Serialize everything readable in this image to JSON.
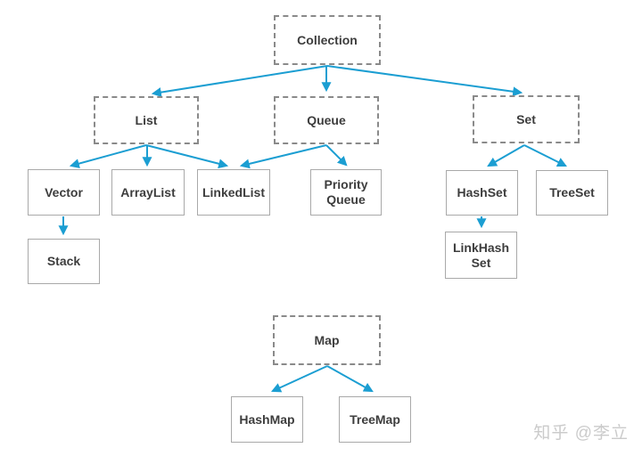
{
  "nodes": [
    {
      "id": "collection",
      "label": "Collection",
      "style": "dashed"
    },
    {
      "id": "list",
      "label": "List",
      "style": "dashed"
    },
    {
      "id": "queue",
      "label": "Queue",
      "style": "dashed"
    },
    {
      "id": "set",
      "label": "Set",
      "style": "dashed"
    },
    {
      "id": "vector",
      "label": "Vector",
      "style": "solid"
    },
    {
      "id": "arraylist",
      "label": "ArrayList",
      "style": "solid"
    },
    {
      "id": "linkedlist",
      "label": "LinkedList",
      "style": "solid"
    },
    {
      "id": "priorityqueue",
      "label": "Priority\nQueue",
      "style": "solid"
    },
    {
      "id": "hashset",
      "label": "HashSet",
      "style": "solid"
    },
    {
      "id": "treeset",
      "label": "TreeSet",
      "style": "solid"
    },
    {
      "id": "stack",
      "label": "Stack",
      "style": "solid"
    },
    {
      "id": "linkhashset",
      "label": "LinkHash\nSet",
      "style": "solid"
    },
    {
      "id": "map",
      "label": "Map",
      "style": "dashed"
    },
    {
      "id": "hashmap",
      "label": "HashMap",
      "style": "solid"
    },
    {
      "id": "treemap",
      "label": "TreeMap",
      "style": "solid"
    }
  ],
  "edges": [
    {
      "from": "Collection",
      "to": "List"
    },
    {
      "from": "Collection",
      "to": "Queue"
    },
    {
      "from": "Collection",
      "to": "Set"
    },
    {
      "from": "List",
      "to": "Vector"
    },
    {
      "from": "List",
      "to": "ArrayList"
    },
    {
      "from": "List",
      "to": "LinkedList"
    },
    {
      "from": "Queue",
      "to": "LinkedList"
    },
    {
      "from": "Queue",
      "to": "Priority Queue"
    },
    {
      "from": "Set",
      "to": "HashSet"
    },
    {
      "from": "Set",
      "to": "TreeSet"
    },
    {
      "from": "Vector",
      "to": "Stack"
    },
    {
      "from": "HashSet",
      "to": "LinkHash Set"
    },
    {
      "from": "Map",
      "to": "HashMap"
    },
    {
      "from": "Map",
      "to": "TreeMap"
    }
  ],
  "watermark": {
    "text": "知乎 @李立"
  },
  "colors": {
    "arrow": "#1B9ED2",
    "dashed_border": "#8a8a8a",
    "solid_border": "#a9a9a9",
    "label_text": "#3d3d3d",
    "watermark_text": "#cbcbcb",
    "background": "#ffffff"
  }
}
